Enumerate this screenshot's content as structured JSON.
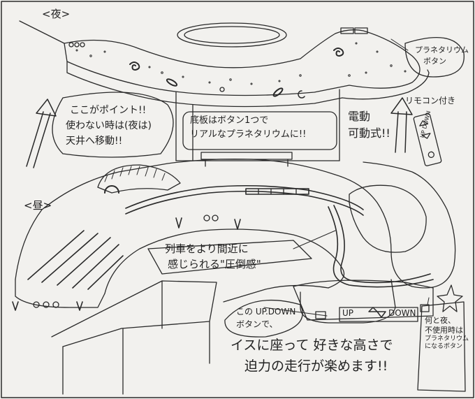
{
  "sections": {
    "night_label": "<夜>",
    "day_label": "<昼>"
  },
  "callouts": {
    "point": [
      "ここがポイント!!",
      "使わない時は(夜は)",
      "天井へ移動!!"
    ],
    "planetarium_floor": [
      "底板はボタン1つで",
      "リアルなプラネタリウムに!!"
    ],
    "planetarium_button": [
      "プラネタリウム",
      "ボタン"
    ],
    "electric": [
      "電動",
      "可動式!!"
    ],
    "remote": "リモコン付き",
    "remote_device": "UP DOWN",
    "pressure": [
      "列車をより間近に",
      "感じられる\"圧倒感\""
    ],
    "updown_button": [
      "この UP.DOWN",
      "ボタンで、"
    ],
    "sit_down": [
      "イスに座って 好きな高さで",
      "迫力の走行が楽めます!!"
    ],
    "day_night": [
      "何と夜、",
      "不使用時は",
      "プラネタリウム",
      "になるボタン"
    ]
  },
  "panel": {
    "up_label": "UP",
    "down_label": "DOWN"
  },
  "colors": {
    "ink": "#2a2a2a",
    "paper": "#f2f1ee"
  }
}
